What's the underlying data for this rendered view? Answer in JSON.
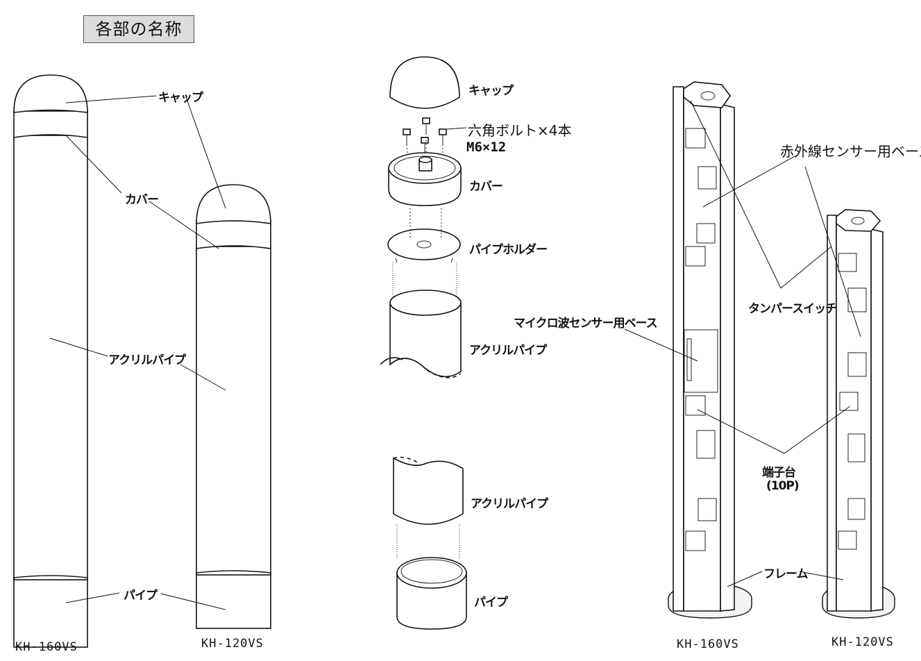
{
  "header": {
    "title": "各部の名称"
  },
  "labels": {
    "cap_left": "キャップ",
    "cover_left": "カバー",
    "acrylic_left": "アクリルパイプ",
    "pipe_left": "パイプ",
    "cap_mid": "キャップ",
    "bolt_line1": "六角ボルト×4本",
    "bolt_line2": "M6×12",
    "cover_mid": "カバー",
    "holder_mid": "パイプホルダー",
    "acrylic_mid1": "アクリルパイプ",
    "acrylic_mid2": "アクリルパイプ",
    "pipe_mid": "パイプ",
    "ir_base": "赤外線センサー用ベース",
    "tamper": "タンパースイッチ",
    "micro_base": "マイクロ波センサー用ベース",
    "terminal_line1": "端子台",
    "terminal_line2": "(10P)",
    "frame": "フレーム"
  },
  "models": {
    "left_tall": "KH-160VS",
    "left_short": "KH-120VS",
    "right_tall": "KH-160VS",
    "right_short": "KH-120VS"
  }
}
